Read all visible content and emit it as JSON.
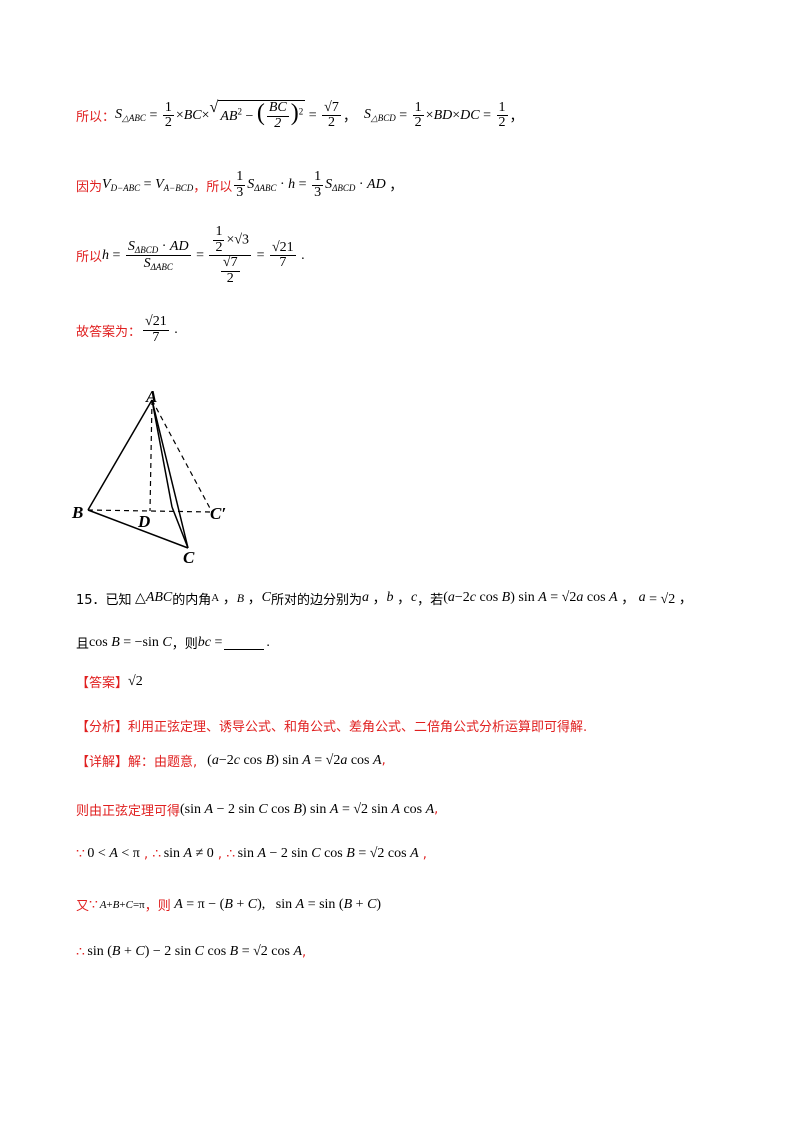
{
  "lines": {
    "l1": "所以：",
    "l2a": "因为",
    "l2b": "，所以",
    "l3": "所以",
    "l4": "故答案为：",
    "q_num": "15．已知",
    "q_t1": "的内角",
    "q_t2": "所对的边分别为",
    "q_t3": "，若",
    "q_l2a": "且",
    "q_l2b": "，则",
    "answer_label": "【答案】",
    "analysis_label": "【分析】",
    "analysis_text": "利用正弦定理、诱导公式、和角公式、差角公式、二倍角公式分析运算即可得解.",
    "detail_label": "【详解】",
    "detail_text": "解：由题意,",
    "d2": "则由正弦定理可得",
    "d5a": "又",
    "d5b": "，则"
  },
  "figure": {
    "labels": [
      "A",
      "B",
      "D",
      "C′",
      "C"
    ]
  },
  "colors": {
    "accent_red": "#e02020",
    "text": "#000000"
  }
}
